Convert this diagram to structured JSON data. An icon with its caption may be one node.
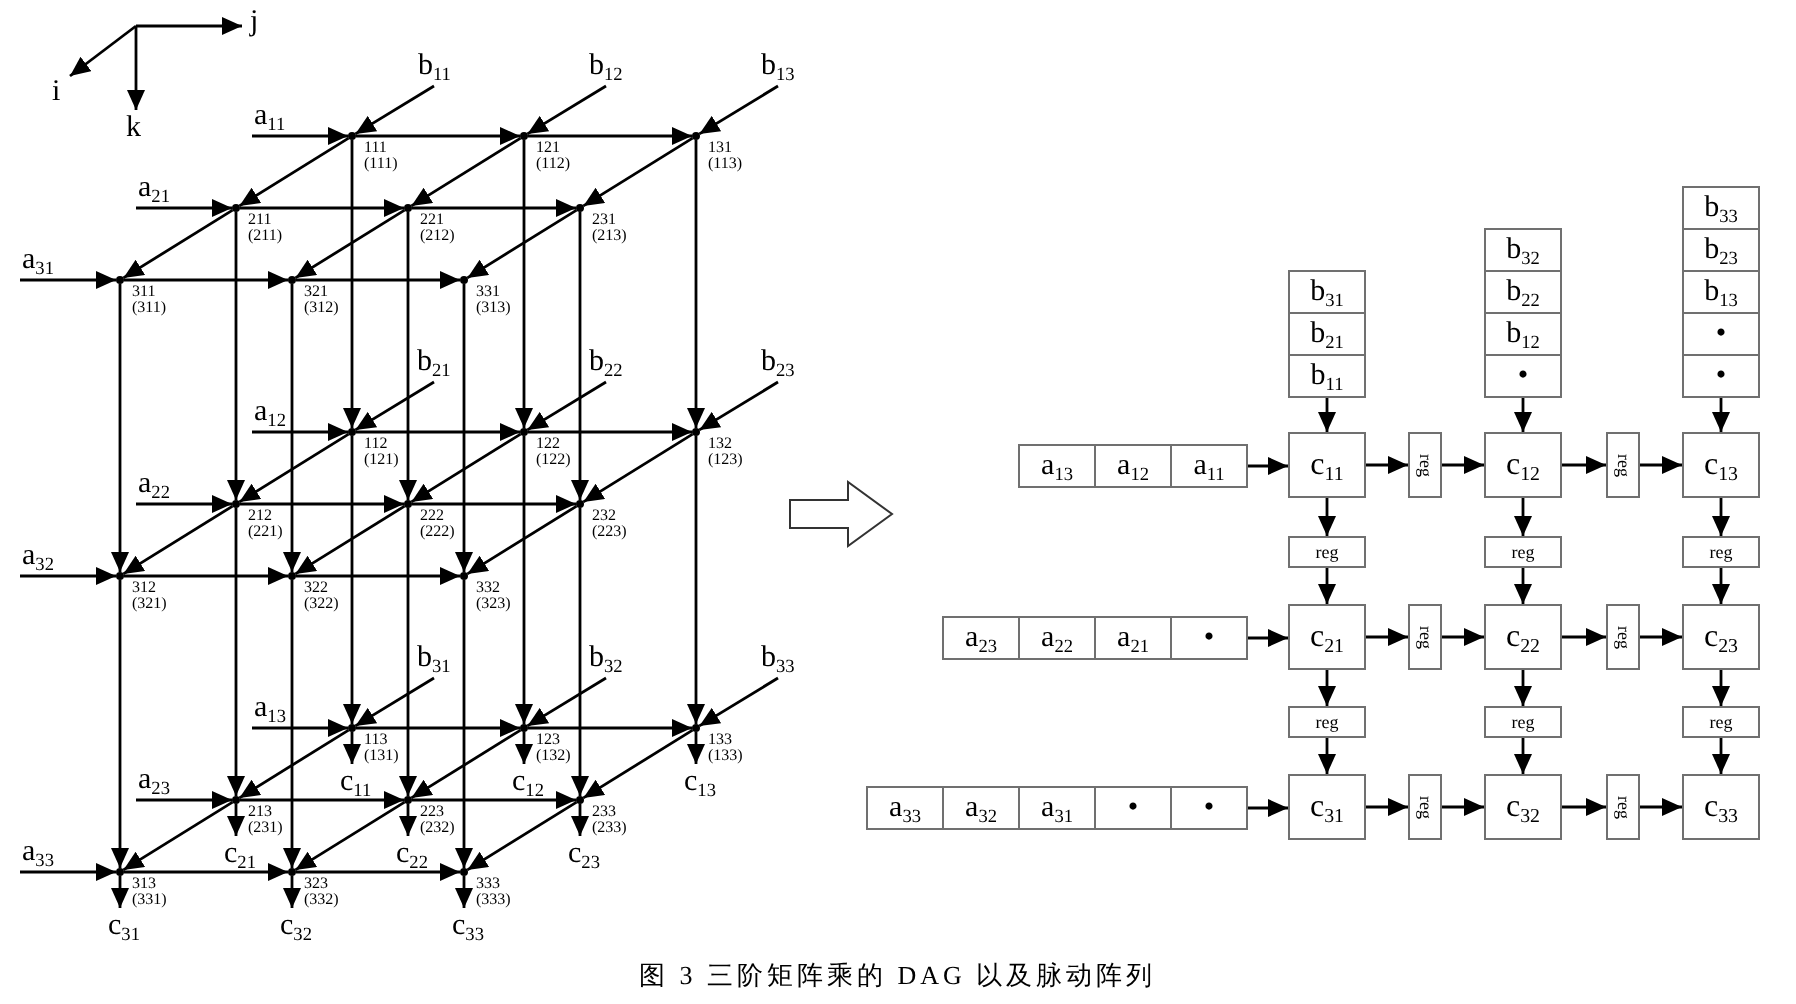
{
  "diagram": {
    "caption": "图 3 三阶矩阵乘的 DAG 以及脉动阵列",
    "nodes": [
      {
        "text": [
          "b$_{11}$"
        ]
      },
      {
        "text": [
          "b$_{12}$"
        ]
      },
      {
        "text": [
          "b$_{13}$"
        ]
      },
      {
        "text": [
          "a$_{11}$"
        ]
      },
      {
        "text": [],
        "shape": "point",
        "beside": [
          "111",
          "(111)"
        ]
      },
      {
        "text": [],
        "shape": "point",
        "beside": [
          "121",
          "(112)"
        ]
      },
      {
        "text": [],
        "shape": "point",
        "beside": [
          "131",
          "(113)"
        ]
      },
      {
        "text": [
          "a$_{21}$"
        ]
      },
      {
        "text": [],
        "shape": "point",
        "beside": [
          "211",
          "(211)"
        ]
      },
      {
        "text": [],
        "shape": "point",
        "beside": [
          "221",
          "(212)"
        ]
      },
      {
        "text": [],
        "shape": "point",
        "beside": [
          "231",
          "(213)"
        ]
      },
      {
        "text": [
          "a$_{31}$"
        ]
      },
      {
        "text": [],
        "shape": "point",
        "beside": [
          "311",
          "(311)"
        ]
      },
      {
        "text": [],
        "shape": "point",
        "beside": [
          "321",
          "(312)"
        ]
      },
      {
        "text": [],
        "shape": "point",
        "beside": [
          "331",
          "(313)"
        ]
      },
      {
        "text": [
          "b$_{21}$"
        ]
      },
      {
        "text": [
          "b$_{22}$"
        ]
      },
      {
        "text": [
          "b$_{23}$"
        ]
      },
      {
        "text": [
          "a$_{12}$"
        ]
      },
      {
        "text": [],
        "shape": "point",
        "beside": [
          "112",
          "(121)"
        ]
      },
      {
        "text": [],
        "shape": "point",
        "beside": [
          "122",
          "(122)"
        ]
      },
      {
        "text": [],
        "shape": "point",
        "beside": [
          "132",
          "(123)"
        ]
      },
      {
        "text": [
          "a$_{22}$"
        ]
      },
      {
        "text": [],
        "shape": "point",
        "beside": [
          "212",
          "(221)"
        ]
      },
      {
        "text": [],
        "shape": "point",
        "beside": [
          "222",
          "(222)"
        ]
      },
      {
        "text": [],
        "shape": "point",
        "beside": [
          "232",
          "(223)"
        ]
      },
      {
        "text": [
          "a$_{32}$"
        ]
      },
      {
        "text": [],
        "shape": "point",
        "beside": [
          "312",
          "(321)"
        ]
      },
      {
        "text": [],
        "shape": "point",
        "beside": [
          "322",
          "(322)"
        ]
      },
      {
        "text": [],
        "shape": "point",
        "beside": [
          "332",
          "(323)"
        ]
      },
      {
        "text": [
          "b$_{31}$"
        ]
      },
      {
        "text": [
          "b$_{32}$"
        ]
      },
      {
        "text": [
          "b$_{33}$"
        ]
      },
      {
        "text": [
          "a$_{13}$"
        ]
      },
      {
        "text": [],
        "shape": "point",
        "beside": [
          "113",
          "(131)"
        ]
      },
      {
        "text": [],
        "shape": "point",
        "beside": [
          "123",
          "(132)"
        ]
      },
      {
        "text": [],
        "shape": "point",
        "beside": [
          "133",
          "(133)"
        ]
      },
      {
        "text": [
          "c$_{11}$"
        ]
      },
      {
        "text": [
          "c$_{12}$"
        ]
      },
      {
        "text": [
          "c$_{13}$"
        ]
      },
      {
        "text": [
          "a$_{23}$"
        ]
      },
      {
        "text": [],
        "shape": "point",
        "beside": [
          "213",
          "(231)"
        ]
      },
      {
        "text": [],
        "shape": "point",
        "beside": [
          "223",
          "(232)"
        ]
      },
      {
        "text": [],
        "shape": "point",
        "beside": [
          "233",
          "(233)"
        ]
      },
      {
        "text": [
          "c$_{21}$"
        ]
      },
      {
        "text": [
          "c$_{22}$"
        ]
      },
      {
        "text": [
          "c$_{23}$"
        ]
      },
      {
        "text": [
          "a$_{33}$"
        ]
      },
      {
        "text": [],
        "shape": "point",
        "beside": [
          "313",
          "(331)"
        ]
      },
      {
        "text": [],
        "shape": "point",
        "beside": [
          "323",
          "(332)"
        ]
      },
      {
        "text": [],
        "shape": "point",
        "beside": [
          "333",
          "(333)"
        ]
      },
      {
        "text": [
          "c$_{31}$"
        ]
      },
      {
        "text": [
          "c$_{32}$"
        ]
      },
      {
        "text": [
          "c$_{33}$"
        ]
      },
      {
        "text": [
          "b$_{31}$"
        ]
      },
      {
        "text": [
          "b$_{21}$"
        ]
      },
      {
        "text": [
          "b$_{11}$"
        ]
      },
      {
        "text": [
          "b$_{32}$"
        ]
      },
      {
        "text": [
          "b$_{22}$"
        ]
      },
      {
        "text": [
          "b$_{12}$"
        ]
      },
      {
        "text": [
          "•"
        ]
      },
      {
        "text": [
          "b$_{33}$"
        ]
      },
      {
        "text": [
          "b$_{23}$"
        ]
      },
      {
        "text": [
          "b$_{13}$"
        ]
      },
      {
        "text": [
          "•"
        ]
      },
      {
        "text": [
          "•"
        ]
      },
      {
        "text": [
          "a$_{13}$"
        ]
      },
      {
        "text": [
          "a$_{12}$"
        ]
      },
      {
        "text": [
          "a$_{11}$"
        ]
      },
      {
        "text": [
          "c$_{11}$"
        ]
      },
      {
        "text": [
          "reg"
        ]
      },
      {
        "text": [
          "c$_{12}$"
        ]
      },
      {
        "text": [
          "reg"
        ]
      },
      {
        "text": [
          "c$_{13}$"
        ]
      },
      {
        "text": [
          "reg"
        ]
      },
      {
        "text": [
          "reg"
        ]
      },
      {
        "text": [
          "reg"
        ]
      },
      {
        "text": [
          "a$_{23}$"
        ]
      },
      {
        "text": [
          "a$_{22}$"
        ]
      },
      {
        "text": [
          "a$_{21}$"
        ]
      },
      {
        "text": [
          "•"
        ]
      },
      {
        "text": [
          "c$_{21}$"
        ]
      },
      {
        "text": [
          "reg"
        ]
      },
      {
        "text": [
          "c$_{22}$"
        ]
      },
      {
        "text": [
          "reg"
        ]
      },
      {
        "text": [
          "c$_{23}$"
        ]
      },
      {
        "text": [
          "reg"
        ]
      },
      {
        "text": [
          "reg"
        ]
      },
      {
        "text": [
          "reg"
        ]
      },
      {
        "text": [
          "a$_{33}$"
        ]
      },
      {
        "text": [
          "a$_{32}$"
        ]
      },
      {
        "text": [
          "a$_{31}$"
        ]
      },
      {
        "text": [
          "•"
        ]
      },
      {
        "text": [
          "•"
        ]
      },
      {
        "text": [
          "c$_{31}$"
        ]
      },
      {
        "text": [
          "reg"
        ]
      },
      {
        "text": [
          "c$_{32}$"
        ]
      },
      {
        "text": [
          "reg"
        ]
      },
      {
        "text": [
          "c$_{33}$"
        ]
      }
    ],
    "edges": [
      {
        "from": 3,
        "to": 4,
        "arrow": "to"
      },
      {
        "from": 4,
        "to": 5,
        "arrow": "to"
      },
      {
        "from": 5,
        "to": 6,
        "arrow": "to"
      },
      {
        "from": 7,
        "to": 8,
        "arrow": "to"
      },
      {
        "from": 8,
        "to": 9,
        "arrow": "to"
      },
      {
        "from": 9,
        "to": 10,
        "arrow": "to"
      },
      {
        "from": 11,
        "to": 12,
        "arrow": "to"
      },
      {
        "from": 12,
        "to": 13,
        "arrow": "to"
      },
      {
        "from": 13,
        "to": 14,
        "arrow": "to"
      },
      {
        "from": 18,
        "to": 19,
        "arrow": "to"
      },
      {
        "from": 19,
        "to": 20,
        "arrow": "to"
      },
      {
        "from": 20,
        "to": 21,
        "arrow": "to"
      },
      {
        "from": 22,
        "to": 23,
        "arrow": "to"
      },
      {
        "from": 23,
        "to": 24,
        "arrow": "to"
      },
      {
        "from": 24,
        "to": 25,
        "arrow": "to"
      },
      {
        "from": 26,
        "to": 27,
        "arrow": "to"
      },
      {
        "from": 27,
        "to": 28,
        "arrow": "to"
      },
      {
        "from": 28,
        "to": 29,
        "arrow": "to"
      },
      {
        "from": 33,
        "to": 34,
        "arrow": "to"
      },
      {
        "from": 34,
        "to": 35,
        "arrow": "to"
      },
      {
        "from": 35,
        "to": 36,
        "arrow": "to"
      },
      {
        "from": 40,
        "to": 41,
        "arrow": "to"
      },
      {
        "from": 41,
        "to": 42,
        "arrow": "to"
      },
      {
        "from": 42,
        "to": 43,
        "arrow": "to"
      },
      {
        "from": 47,
        "to": 48,
        "arrow": "to"
      },
      {
        "from": 48,
        "to": 49,
        "arrow": "to"
      },
      {
        "from": 49,
        "to": 50,
        "arrow": "to"
      },
      {
        "from": 0,
        "to": 4,
        "arrow": "to"
      },
      {
        "from": 4,
        "to": 8,
        "arrow": "to"
      },
      {
        "from": 8,
        "to": 12,
        "arrow": "to"
      },
      {
        "from": 1,
        "to": 5,
        "arrow": "to"
      },
      {
        "from": 5,
        "to": 9,
        "arrow": "to"
      },
      {
        "from": 9,
        "to": 13,
        "arrow": "to"
      },
      {
        "from": 2,
        "to": 6,
        "arrow": "to"
      },
      {
        "from": 6,
        "to": 10,
        "arrow": "to"
      },
      {
        "from": 10,
        "to": 14,
        "arrow": "to"
      },
      {
        "from": 15,
        "to": 19,
        "arrow": "to"
      },
      {
        "from": 19,
        "to": 23,
        "arrow": "to"
      },
      {
        "from": 23,
        "to": 27,
        "arrow": "to"
      },
      {
        "from": 16,
        "to": 20,
        "arrow": "to"
      },
      {
        "from": 20,
        "to": 24,
        "arrow": "to"
      },
      {
        "from": 24,
        "to": 28,
        "arrow": "to"
      },
      {
        "from": 17,
        "to": 21,
        "arrow": "to"
      },
      {
        "from": 21,
        "to": 25,
        "arrow": "to"
      },
      {
        "from": 25,
        "to": 29,
        "arrow": "to"
      },
      {
        "from": 30,
        "to": 34,
        "arrow": "to"
      },
      {
        "from": 34,
        "to": 41,
        "arrow": "to"
      },
      {
        "from": 41,
        "to": 48,
        "arrow": "to"
      },
      {
        "from": 31,
        "to": 35,
        "arrow": "to"
      },
      {
        "from": 35,
        "to": 42,
        "arrow": "to"
      },
      {
        "from": 42,
        "to": 49,
        "arrow": "to"
      },
      {
        "from": 32,
        "to": 36,
        "arrow": "to"
      },
      {
        "from": 36,
        "to": 43,
        "arrow": "to"
      },
      {
        "from": 43,
        "to": 50,
        "arrow": "to"
      },
      {
        "from": 4,
        "to": 19,
        "arrow": "to"
      },
      {
        "from": 19,
        "to": 34,
        "arrow": "to"
      },
      {
        "from": 34,
        "to": 37,
        "arrow": "to"
      },
      {
        "from": 5,
        "to": 20,
        "arrow": "to"
      },
      {
        "from": 20,
        "to": 35,
        "arrow": "to"
      },
      {
        "from": 35,
        "to": 38,
        "arrow": "to"
      },
      {
        "from": 6,
        "to": 21,
        "arrow": "to"
      },
      {
        "from": 21,
        "to": 36,
        "arrow": "to"
      },
      {
        "from": 36,
        "to": 39,
        "arrow": "to"
      },
      {
        "from": 8,
        "to": 23,
        "arrow": "to"
      },
      {
        "from": 23,
        "to": 41,
        "arrow": "to"
      },
      {
        "from": 41,
        "to": 44,
        "arrow": "to"
      },
      {
        "from": 9,
        "to": 24,
        "arrow": "to"
      },
      {
        "from": 24,
        "to": 42,
        "arrow": "to"
      },
      {
        "from": 42,
        "to": 45,
        "arrow": "to"
      },
      {
        "from": 10,
        "to": 25,
        "arrow": "to"
      },
      {
        "from": 25,
        "to": 43,
        "arrow": "to"
      },
      {
        "from": 43,
        "to": 46,
        "arrow": "to"
      },
      {
        "from": 12,
        "to": 27,
        "arrow": "to"
      },
      {
        "from": 27,
        "to": 48,
        "arrow": "to"
      },
      {
        "from": 48,
        "to": 51,
        "arrow": "to"
      },
      {
        "from": 13,
        "to": 28,
        "arrow": "to"
      },
      {
        "from": 28,
        "to": 49,
        "arrow": "to"
      },
      {
        "from": 49,
        "to": 52,
        "arrow": "to"
      },
      {
        "from": 14,
        "to": 29,
        "arrow": "to"
      },
      {
        "from": 29,
        "to": 50,
        "arrow": "to"
      },
      {
        "from": 50,
        "to": 53,
        "arrow": "to"
      },
      {
        "from": 56,
        "to": 69,
        "arrow": "to"
      },
      {
        "from": 60,
        "to": 71,
        "arrow": "to"
      },
      {
        "from": 65,
        "to": 73,
        "arrow": "to"
      },
      {
        "from": 68,
        "to": 69,
        "arrow": "to"
      },
      {
        "from": 69,
        "to": 70,
        "arrow": "to"
      },
      {
        "from": 70,
        "to": 71,
        "arrow": "to"
      },
      {
        "from": 71,
        "to": 72,
        "arrow": "to"
      },
      {
        "from": 72,
        "to": 73,
        "arrow": "to"
      },
      {
        "from": 69,
        "to": 74,
        "arrow": "to"
      },
      {
        "from": 74,
        "to": 81,
        "arrow": "to"
      },
      {
        "from": 71,
        "to": 75,
        "arrow": "to"
      },
      {
        "from": 75,
        "to": 83,
        "arrow": "to"
      },
      {
        "from": 73,
        "to": 76,
        "arrow": "to"
      },
      {
        "from": 76,
        "to": 85,
        "arrow": "to"
      },
      {
        "from": 80,
        "to": 81,
        "arrow": "to"
      },
      {
        "from": 81,
        "to": 82,
        "arrow": "to"
      },
      {
        "from": 82,
        "to": 83,
        "arrow": "to"
      },
      {
        "from": 83,
        "to": 84,
        "arrow": "to"
      },
      {
        "from": 84,
        "to": 85,
        "arrow": "to"
      },
      {
        "from": 81,
        "to": 86,
        "arrow": "to"
      },
      {
        "from": 86,
        "to": 94,
        "arrow": "to"
      },
      {
        "from": 83,
        "to": 87,
        "arrow": "to"
      },
      {
        "from": 87,
        "to": 96,
        "arrow": "to"
      },
      {
        "from": 85,
        "to": 88,
        "arrow": "to"
      },
      {
        "from": 88,
        "to": 98,
        "arrow": "to"
      },
      {
        "from": 93,
        "to": 94,
        "arrow": "to"
      },
      {
        "from": 94,
        "to": 95,
        "arrow": "to"
      },
      {
        "from": 95,
        "to": 96,
        "arrow": "to"
      },
      {
        "from": 96,
        "to": 97,
        "arrow": "to"
      },
      {
        "from": 97,
        "to": 98,
        "arrow": "to"
      }
    ],
    "labels": [
      "j",
      "i",
      "k"
    ]
  }
}
